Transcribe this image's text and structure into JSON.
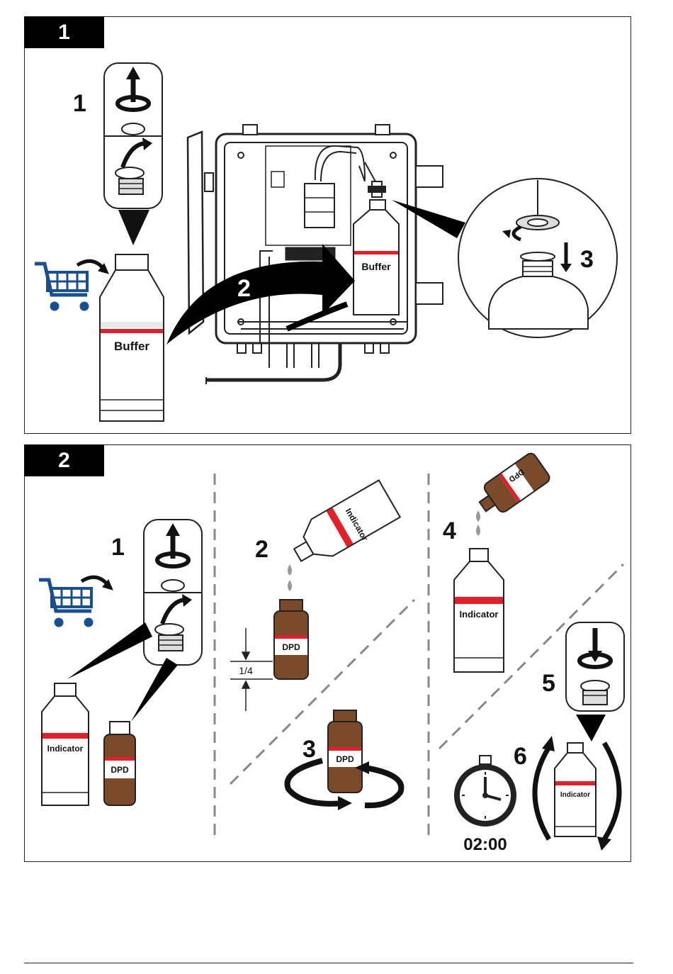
{
  "panels": [
    {
      "number": "1",
      "steps": [
        "1",
        "2",
        "3"
      ],
      "bottle_label": "Buffer",
      "installed_bottle_label": "Buffer"
    },
    {
      "number": "2",
      "steps": [
        "1",
        "2",
        "3",
        "4",
        "5",
        "6"
      ],
      "indicator_label": "Indicator",
      "dpd_label": "DPD",
      "fill_fraction": "1/4",
      "timer": "02:00"
    }
  ],
  "colors": {
    "brown_bottle": "#7a4a2a",
    "red_band": "#e0202a",
    "cart_blue": "#1a4f8f"
  }
}
